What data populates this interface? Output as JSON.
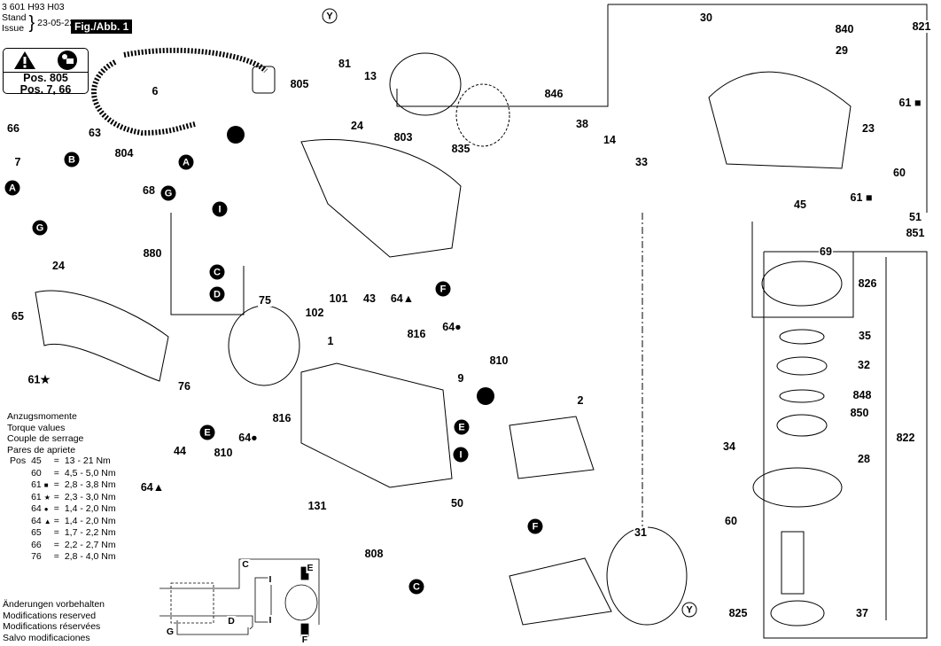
{
  "header": {
    "part_number": "3 601 H93 H03",
    "stand": "Stand",
    "issue": "Issue",
    "date": "23-05-22",
    "figure": "Fig./Abb. 1"
  },
  "warning": {
    "line1": "Pos. 805",
    "line2": "Pos. 7, 66",
    "icons": [
      "warning-triangle-icon",
      "read-manual-icon"
    ]
  },
  "torque": {
    "titles": [
      "Anzugsmomente",
      "Torque values",
      "Couple de serrage",
      "Pares de apriete"
    ],
    "pos_label": "Pos",
    "rows": [
      {
        "pos": "45",
        "sym": "",
        "val": "13 - 21 Nm"
      },
      {
        "pos": "60",
        "sym": "",
        "val": "4,5 - 5,0 Nm"
      },
      {
        "pos": "61",
        "sym": "■",
        "val": "2,8 - 3,8 Nm"
      },
      {
        "pos": "61",
        "sym": "★",
        "val": "2,3 - 3,0 Nm"
      },
      {
        "pos": "64",
        "sym": "●",
        "val": "1,4 - 2,0 Nm"
      },
      {
        "pos": "64",
        "sym": "▲",
        "val": "1,4 - 2,0 Nm"
      },
      {
        "pos": "65",
        "sym": "",
        "val": "1,7 - 2,2 Nm"
      },
      {
        "pos": "66",
        "sym": "",
        "val": "2,2 - 2,7 Nm"
      },
      {
        "pos": "76",
        "sym": "",
        "val": "2,8 - 4,0 Nm"
      }
    ]
  },
  "modifications": [
    "Änderungen vorbehalten",
    "Modifications reserved",
    "Modifications réservées",
    "Salvo modificaciones"
  ],
  "labels": [
    "30",
    "821",
    "840",
    "29",
    "61 ■",
    "23",
    "60",
    "61 ■",
    "51",
    "851",
    "45",
    "69",
    "826",
    "35",
    "32",
    "848",
    "850",
    "822",
    "34",
    "28",
    "60",
    "825",
    "37",
    "31",
    "81",
    "13",
    "805",
    "803",
    "835",
    "846",
    "38",
    "14",
    "33",
    "24",
    "6",
    "66",
    "63",
    "7",
    "804",
    "68",
    "880",
    "24",
    "65",
    "75",
    "61★",
    "76",
    "101",
    "102",
    "43",
    "64▲",
    "816",
    "64●",
    "810",
    "1",
    "9",
    "816",
    "64●",
    "810",
    "44",
    "64▲",
    "131",
    "2",
    "50",
    "808"
  ],
  "connectors": [
    "Y",
    "B",
    "A",
    "A",
    "G",
    "G",
    "I",
    "C",
    "D",
    "F",
    "E",
    "E",
    "I",
    "F",
    "C",
    "Y"
  ],
  "wiring": {
    "labels": [
      "C",
      "E",
      "I",
      "I",
      "D",
      "G",
      "F"
    ]
  }
}
